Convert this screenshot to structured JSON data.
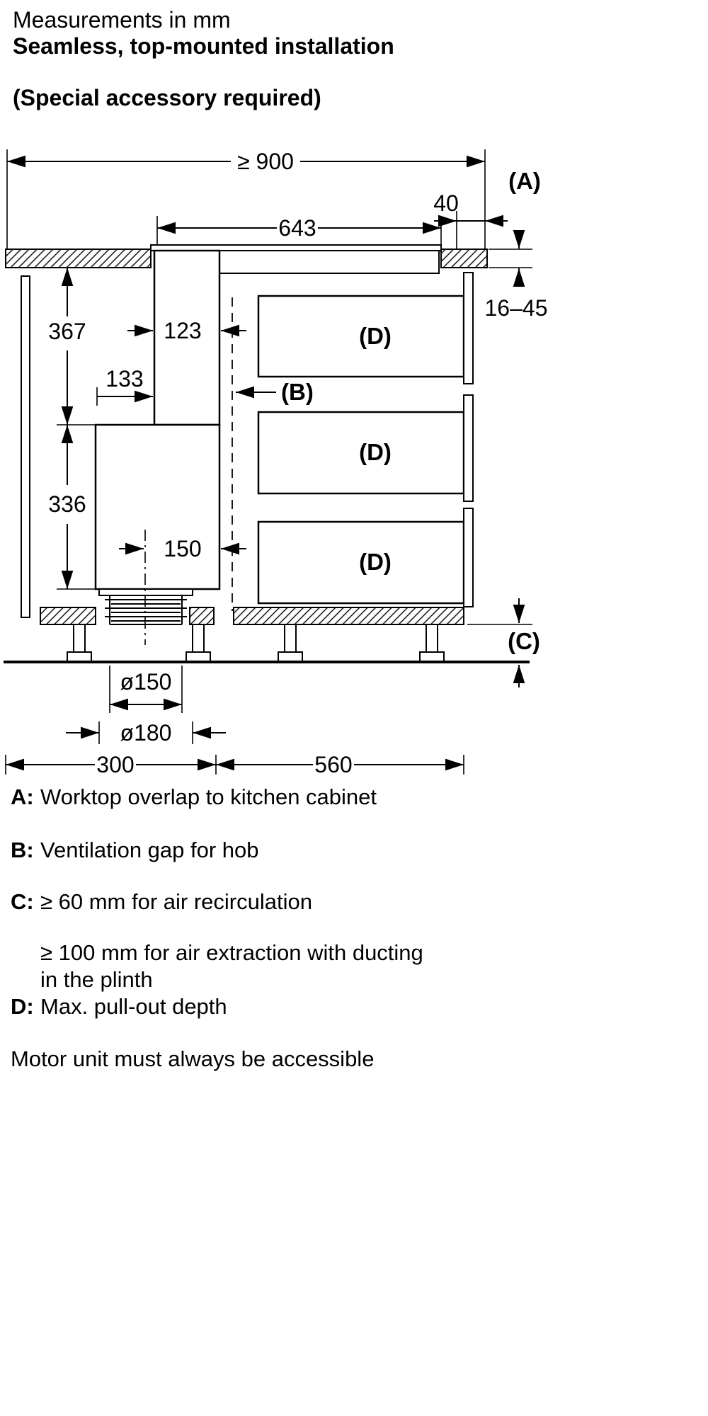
{
  "header": {
    "line1": "Measurements in mm",
    "line2": "Seamless, top-mounted installation",
    "line3": "(Special accessory required)"
  },
  "diagram": {
    "dim_total_width": "≥ 900",
    "label_a": "(A)",
    "dim_overlap": "40",
    "dim_hob_width": "643",
    "dim_worktop_thickness": "16–45",
    "dim_height_upper": "367",
    "dim_duct_width": "123",
    "dim_duct_offset": "133",
    "label_b": "(B)",
    "dim_motor_height": "336",
    "dim_center_offset": "150",
    "label_c": "(C)",
    "label_d": "(D)",
    "dim_duct_diameter": "ø150",
    "dim_flange_diameter": "ø180",
    "dim_section_left": "300",
    "dim_section_right": "560"
  },
  "legend": {
    "a_key": "A:",
    "a_text": "Worktop overlap to kitchen cabinet",
    "b_key": "B:",
    "b_text": "Ventilation gap for hob",
    "c_key": "C:",
    "c_text": "≥ 60 mm for air recirculation",
    "c_text2_line1": "≥ 100 mm for air extraction with ducting",
    "c_text2_line2": "in the plinth",
    "d_key": "D:",
    "d_text": "Max. pull-out depth",
    "footer": "Motor unit must always be accessible"
  }
}
